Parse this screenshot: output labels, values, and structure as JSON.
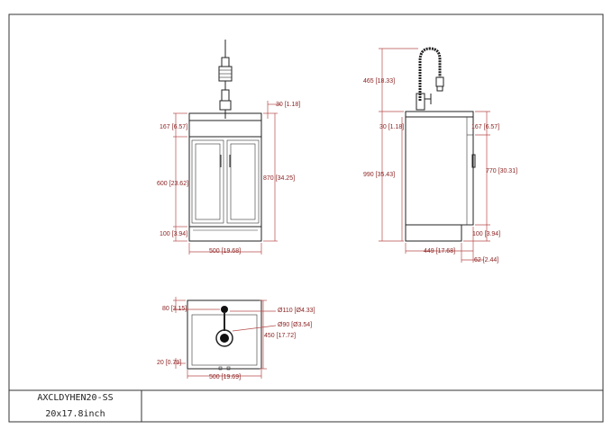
{
  "title_block": {
    "model": "AXCLDYHEN20-SS",
    "size": "20x17.8inch"
  },
  "front_view": {
    "dim_top_right": "30 [1.18]",
    "dim_drawer": "167 [6.57]",
    "dim_cabinet": "600 [23.62]",
    "dim_overall": "870 [34.25]",
    "dim_base": "100 [3.94]",
    "dim_width": "500 [19.68]"
  },
  "side_view": {
    "dim_faucet": "465 [18.33]",
    "dim_deck": "30 [1.18]",
    "dim_total": "990 [35.43]",
    "dim_drawer": "167 [6.57]",
    "dim_cabinet": "770 [30.31]",
    "dim_base": "100 [3.94]",
    "dim_depth": "449 [17.68]",
    "dim_toe": "62 [2.44]"
  },
  "top_view": {
    "dim_faucet_offset": "80 [3.15]",
    "dim_faucet_dia": "Ø110 [Ø4.33]",
    "dim_drain_dia": "Ø90 [Ø3.54]",
    "dim_depth": "450 [17.72]",
    "dim_rear": "20 [0.79]",
    "dim_width": "500 [19.69]"
  }
}
